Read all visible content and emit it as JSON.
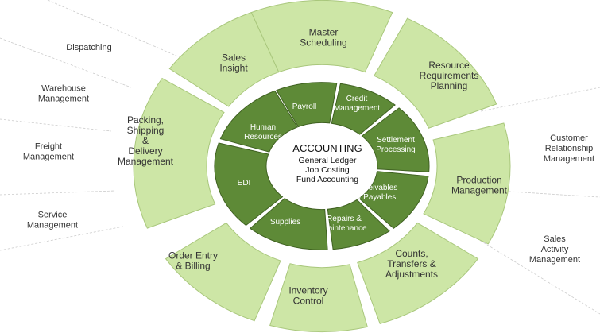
{
  "center": {
    "title": "ACCOUNTING",
    "lines": [
      "General Ledger",
      "Job Costing",
      "Fund Accounting"
    ]
  },
  "colors": {
    "inner_fill": "#5e8a37",
    "inner_stroke": "#3f6121",
    "outer_fill": "#cde6a6",
    "outer_stroke": "#a9c77c",
    "line": "#bbbbbb"
  },
  "inner_ring": [
    [
      "Payroll"
    ],
    [
      "Credit",
      "Management"
    ],
    [
      "Settlement",
      "Processing"
    ],
    [
      "Receivables",
      "& Payables"
    ],
    [
      "Repairs &",
      "Maintenance"
    ],
    [
      "Supplies"
    ],
    [
      "EDI"
    ],
    [
      "Human",
      "Resources"
    ]
  ],
  "outer_ring": [
    [
      "Master",
      "Scheduling"
    ],
    [
      "Resource",
      "Requirements",
      "Planning"
    ],
    [
      "Production",
      "Management"
    ],
    [
      "Counts,",
      "Transfers &",
      "Adjustments"
    ],
    [
      "Inventory",
      "Control"
    ],
    [
      "Order Entry",
      "& Billing"
    ],
    [
      "Packing,",
      "Shipping",
      "&",
      "Delivery",
      "Management"
    ],
    [
      "Sales",
      "Insight"
    ]
  ],
  "margin_labels": [
    [
      "Dispatching"
    ],
    [
      "Warehouse",
      "Management"
    ],
    [
      "Freight",
      "Management"
    ],
    [
      "Service",
      "Management"
    ],
    [
      "Customer",
      "Relationship",
      "Management"
    ],
    [
      "Sales",
      "Activity",
      "Management"
    ]
  ]
}
